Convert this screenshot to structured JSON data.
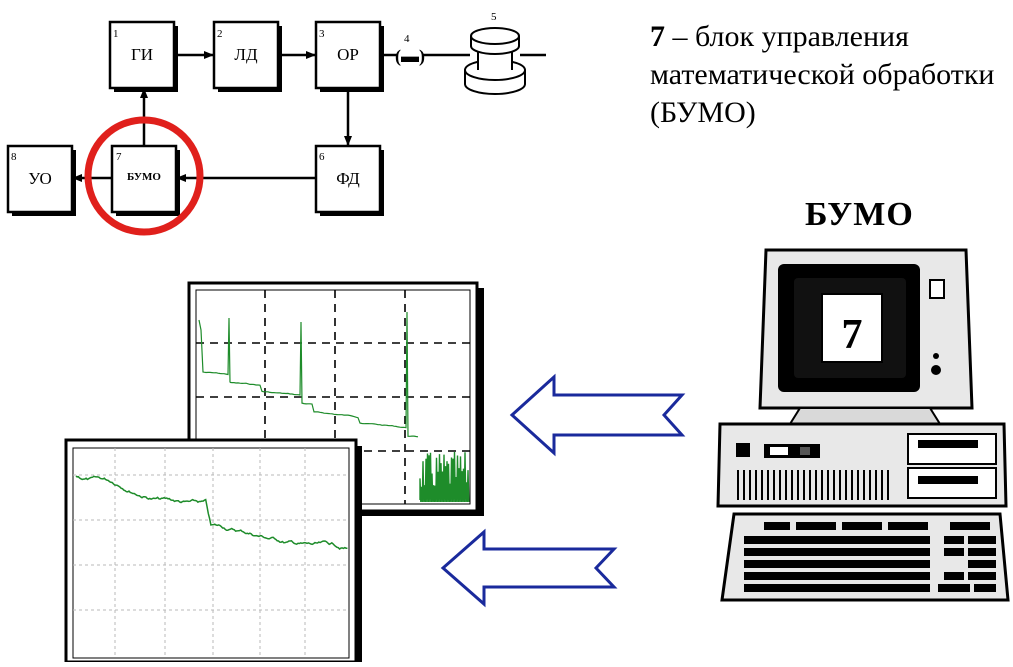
{
  "blocks": [
    {
      "id": "gi",
      "num": "1",
      "label": "ГИ"
    },
    {
      "id": "ld",
      "num": "2",
      "label": "ЛД"
    },
    {
      "id": "or",
      "num": "3",
      "label": "ОР"
    },
    {
      "id": "fd",
      "num": "6",
      "label": "ФД"
    },
    {
      "id": "bumo",
      "num": "7",
      "label": "БУМО"
    },
    {
      "id": "uo",
      "num": "8",
      "label": "УО"
    }
  ],
  "connector": {
    "num": "4",
    "symbol": "(▬)"
  },
  "fiber_spool": {
    "num": "5"
  },
  "caption": {
    "number": "7",
    "text": " – блок управления математической обработки (БУМО)"
  },
  "computer": {
    "title": "БУМО",
    "screen_label": "7"
  },
  "colors": {
    "highlight_ring": "#e0201c",
    "arrow_outline": "#1a2a9c",
    "trace": "#1e8c2a",
    "block_border": "#000000"
  }
}
